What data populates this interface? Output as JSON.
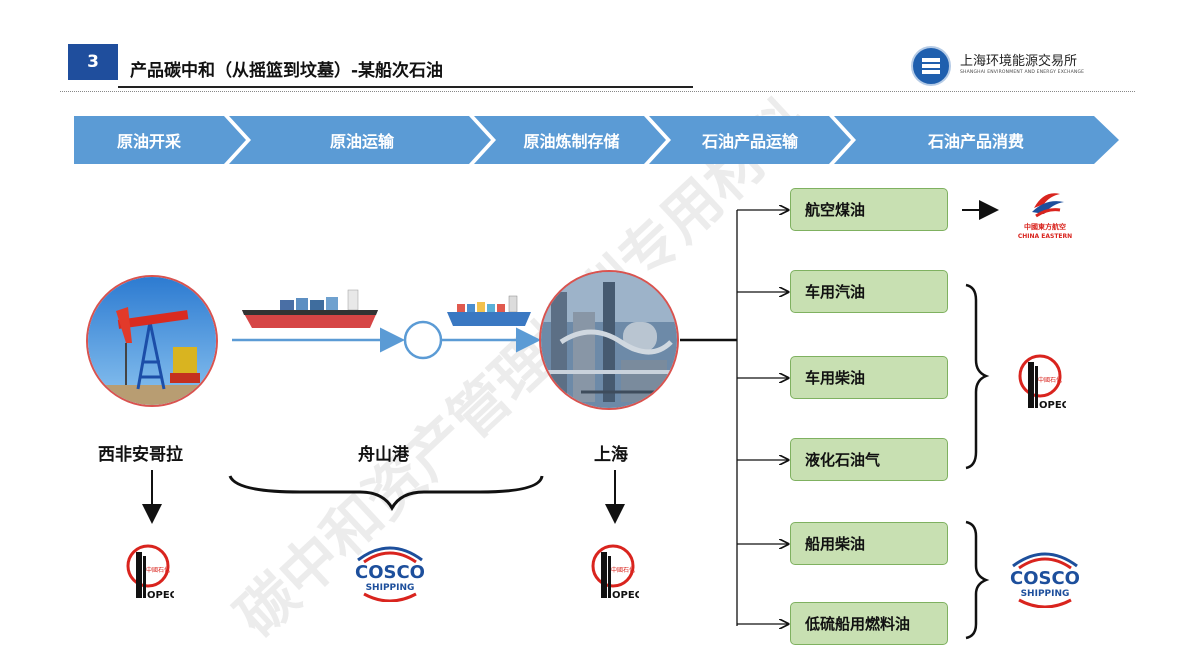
{
  "header": {
    "number": "3",
    "title": "产品碳中和（从摇篮到坟墓）-某船次石油",
    "org_name": "上海环境能源交易所",
    "org_sub": "SHANGHAI ENVIRONMENT AND ENERGY EXCHANGE"
  },
  "stages": [
    "原油开采",
    "原油运输",
    "原油炼制存储",
    "石油产品运输",
    "石油产品消费"
  ],
  "locations": {
    "origin": "西非安哥拉",
    "port": "舟山港",
    "refinery": "上海"
  },
  "products": [
    "航空煤油",
    "车用汽油",
    "车用柴油",
    "液化石油气",
    "船用柴油",
    "低硫船用燃料油"
  ],
  "logos": {
    "sinopec_text": "OPEC",
    "sinopec_cn": "中國石化",
    "cosco_top": "COSCO",
    "cosco_bottom": "SHIPPING",
    "china_eastern_cn": "中國東方航空",
    "china_eastern_en": "CHINA EASTERN"
  },
  "watermark": "碳中和资产管理培训专用材料",
  "colors": {
    "stage_blue": "#5b9bd5",
    "accent_navy": "#1f4e9d",
    "product_green": "#c8e0b2",
    "sinopec_red": "#d9241e",
    "cosco_blue": "#1d4f9c",
    "cosco_red": "#d9241e"
  }
}
